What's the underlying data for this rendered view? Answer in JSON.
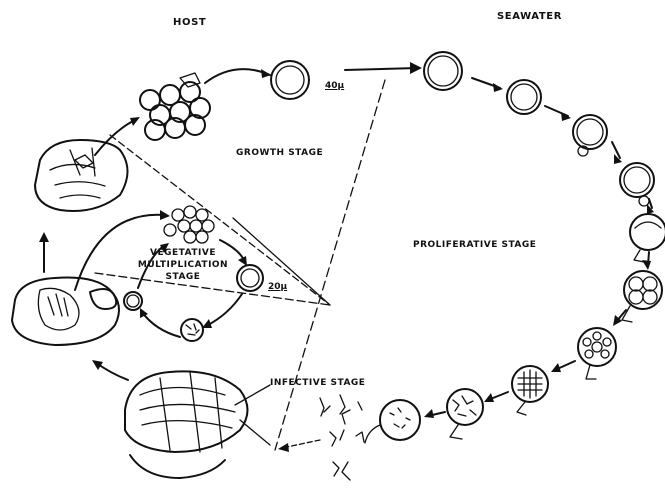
{
  "diagram": {
    "labels": {
      "host": "HOST",
      "seawater": "SEAWATER",
      "growth_stage": "GROWTH STAGE",
      "proliferative_stage": "PROLIFERATIVE STAGE",
      "vegetative_line1": "VEGETATIVE",
      "vegetative_line2": "MULTIPLICATION",
      "vegetative_line3": "STAGE",
      "infective_stage": "INFECTIVE STAGE",
      "scale_40": "40µ",
      "scale_20": "20µ"
    },
    "ink_color": "#111111",
    "background_color": "#ffffff"
  }
}
